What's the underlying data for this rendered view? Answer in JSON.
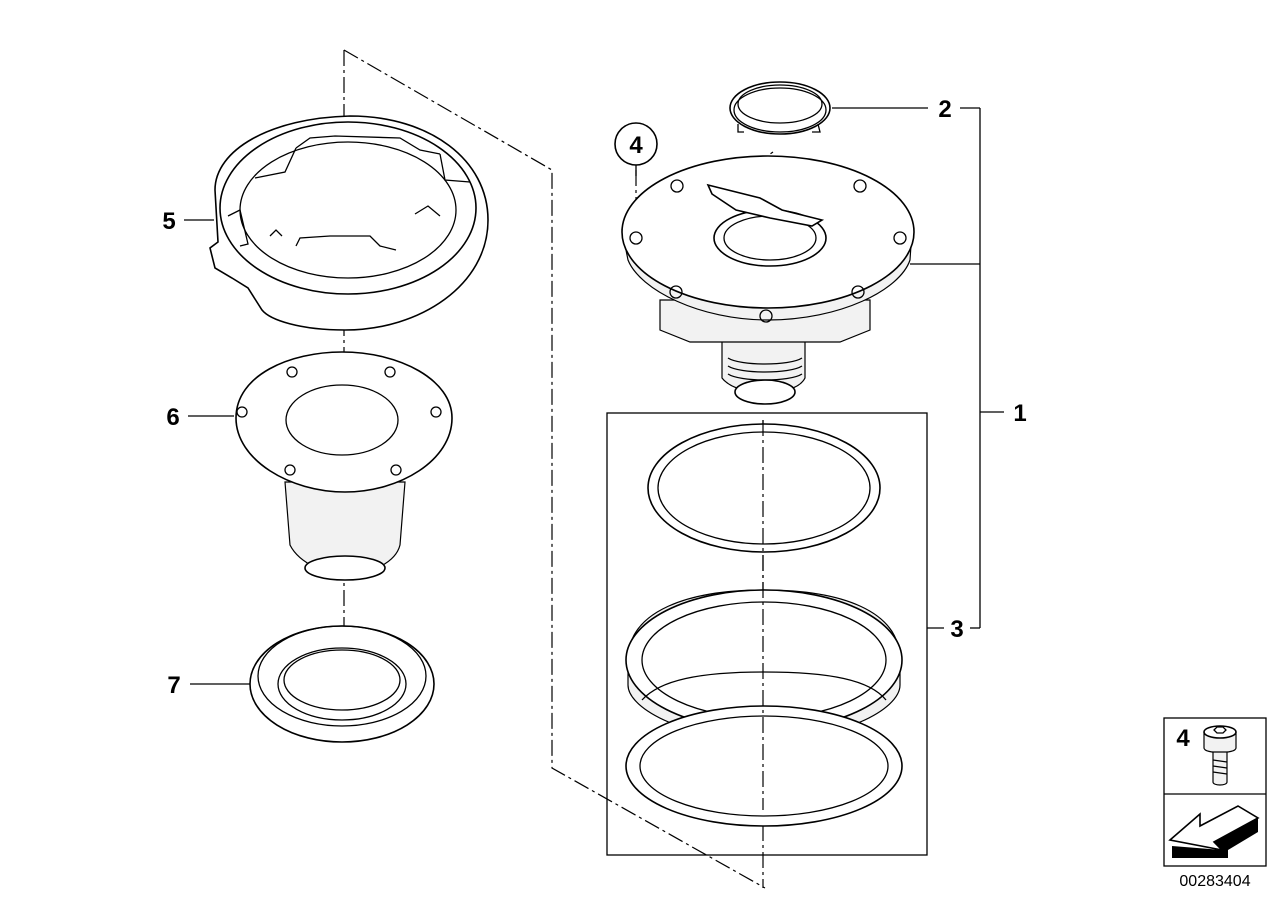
{
  "diagram": {
    "labels": {
      "part1": "1",
      "part2": "2",
      "part3": "3",
      "part4_callout": "4",
      "part5": "5",
      "part6": "6",
      "part7": "7"
    },
    "legend_box": {
      "part_number": "4"
    },
    "image_code": "00283404"
  }
}
